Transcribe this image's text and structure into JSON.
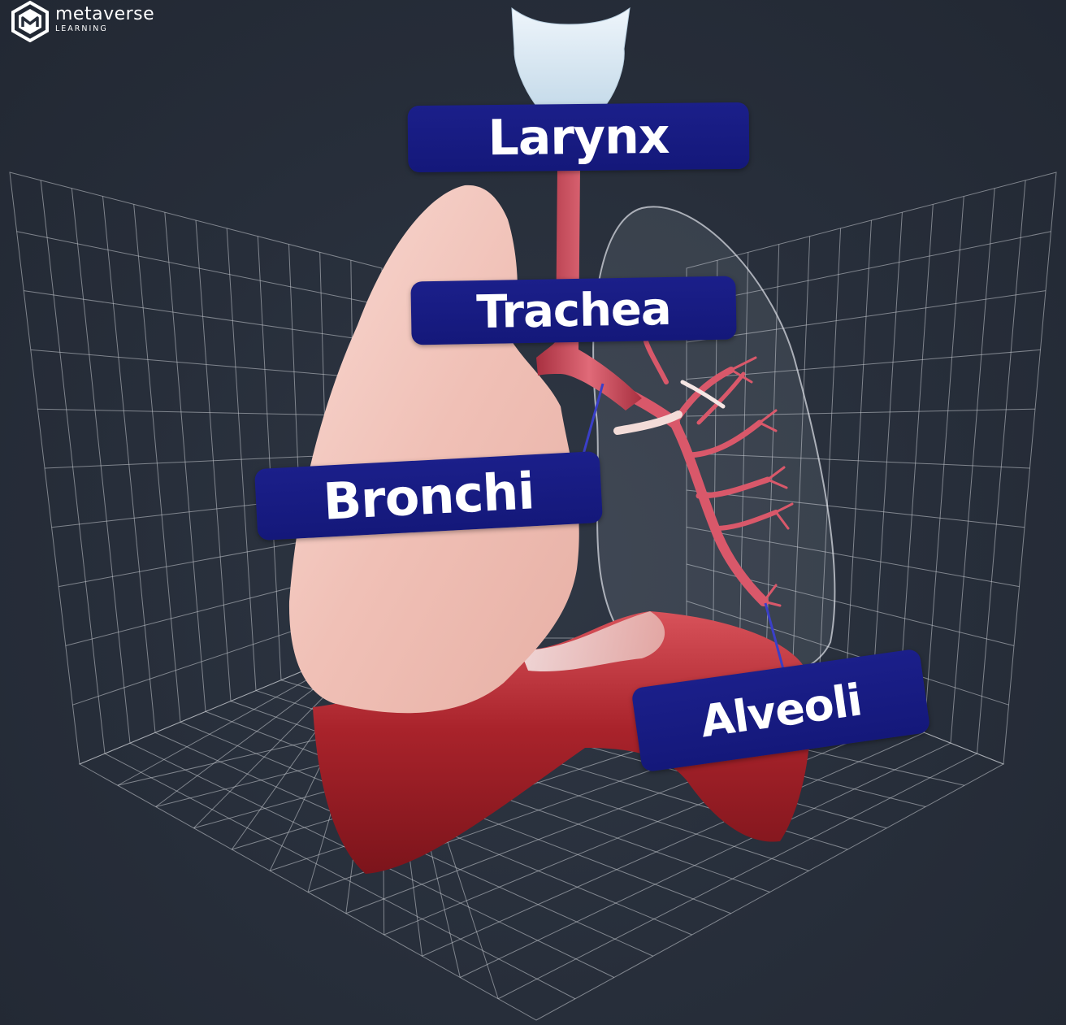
{
  "brand": {
    "name": "metaverse",
    "subtitle": "LEARNING"
  },
  "labels": {
    "larynx": "Larynx",
    "trachea": "Trachea",
    "bronchi": "Bronchi",
    "alveoli": "Alveoli"
  },
  "colors": {
    "background": "#262d39",
    "label_fill": "#1b1f8a",
    "label_text": "#ffffff",
    "grid_line": "#c8ccd2",
    "leader_line": "#3a3fc8",
    "lung_tissue": "#f2c7bf",
    "diaphragm": "#b42e33",
    "airway": "#d9586a"
  },
  "icons": {
    "logo": "metaverse-hexagon-logo-icon"
  }
}
